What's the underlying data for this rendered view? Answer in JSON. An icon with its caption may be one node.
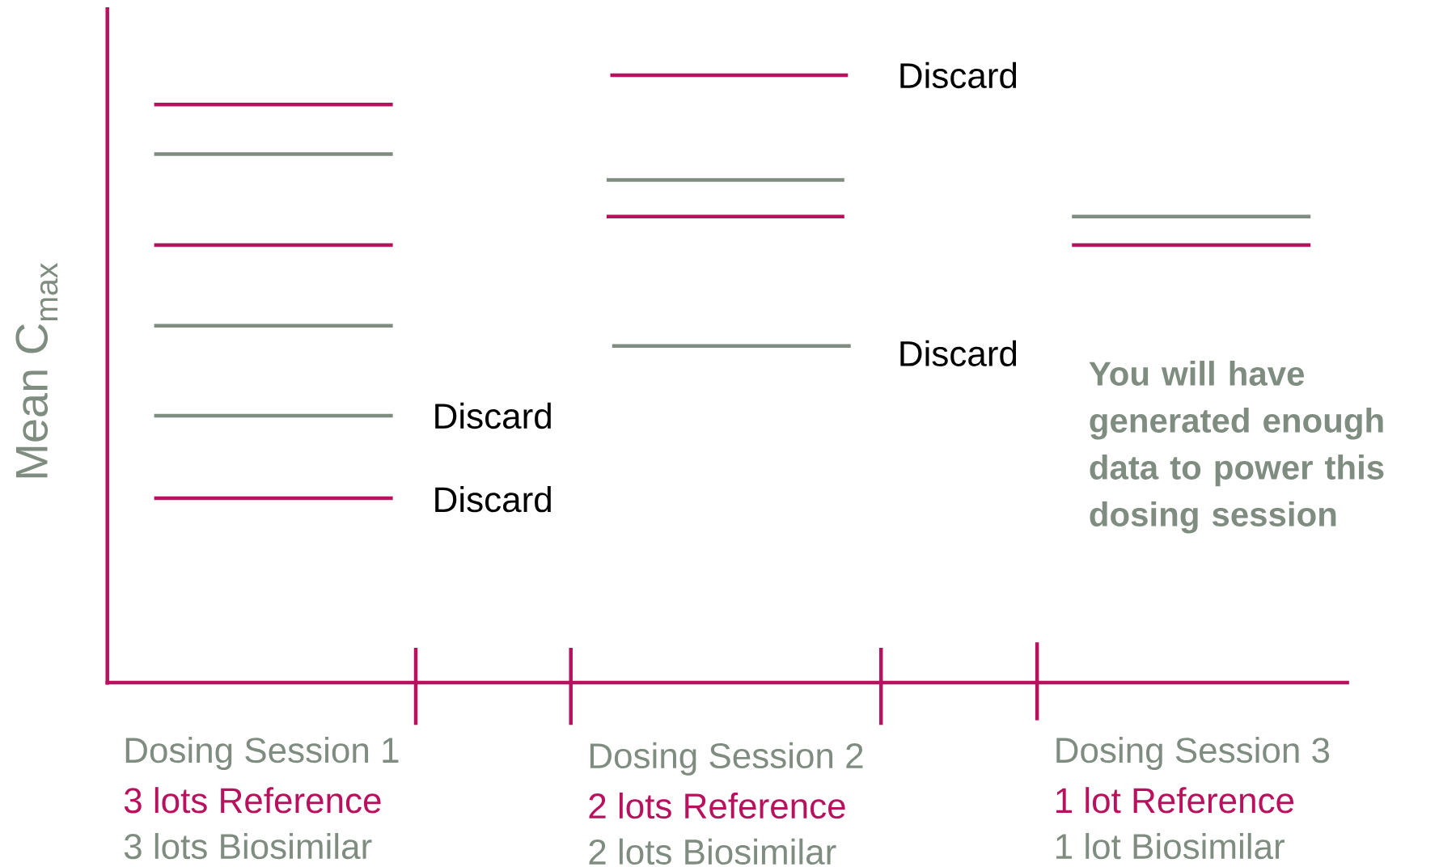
{
  "diagram": {
    "labels": [
      "Discard",
      "Mean C$_{max}$",
      "You will have generated enough data to power this dosing session",
      "Discard",
      "Discard",
      "Discard",
      "Dosing Session 1",
      "3 lots Reference",
      "3 lots Biosimilar",
      "Dosing Session 2",
      "2 lots Reference",
      "2 lots Biosimilar",
      "Dosing Session 3",
      "1 lot Reference",
      "1 lot Biosimilar"
    ]
  }
}
